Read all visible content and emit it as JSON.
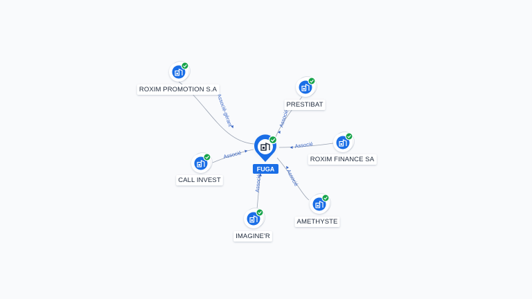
{
  "center": {
    "label": "FUGA",
    "icon": "building-icon",
    "status_icon": "check-badge-icon"
  },
  "nodes": [
    {
      "id": "roxim-promotion",
      "label": "ROXIM PROMOTION S.A",
      "relation": "Associé-gérant",
      "icon": "building-icon",
      "verified": true
    },
    {
      "id": "prestibat",
      "label": "PRESTIBAT",
      "relation": "Associé",
      "icon": "building-icon",
      "verified": true
    },
    {
      "id": "roxim-finance",
      "label": "ROXIM FINANCE SA",
      "relation": "Associé",
      "icon": "building-icon",
      "verified": true
    },
    {
      "id": "amethyste",
      "label": "AMETHYSTE",
      "relation": "Associé",
      "icon": "building-icon",
      "verified": true
    },
    {
      "id": "imaginer",
      "label": "IMAGINE'R",
      "relation": "Associé",
      "icon": "building-icon",
      "verified": true
    },
    {
      "id": "call-invest",
      "label": "CALL INVEST",
      "relation": "Associé",
      "icon": "building-icon",
      "verified": true
    }
  ],
  "colors": {
    "node_blue": "#1a6ee6",
    "check_green": "#16a34a",
    "edge_gray": "#9aa3b2",
    "edge_label_blue": "#3a66c4",
    "label_text": "#1f2a3c"
  }
}
